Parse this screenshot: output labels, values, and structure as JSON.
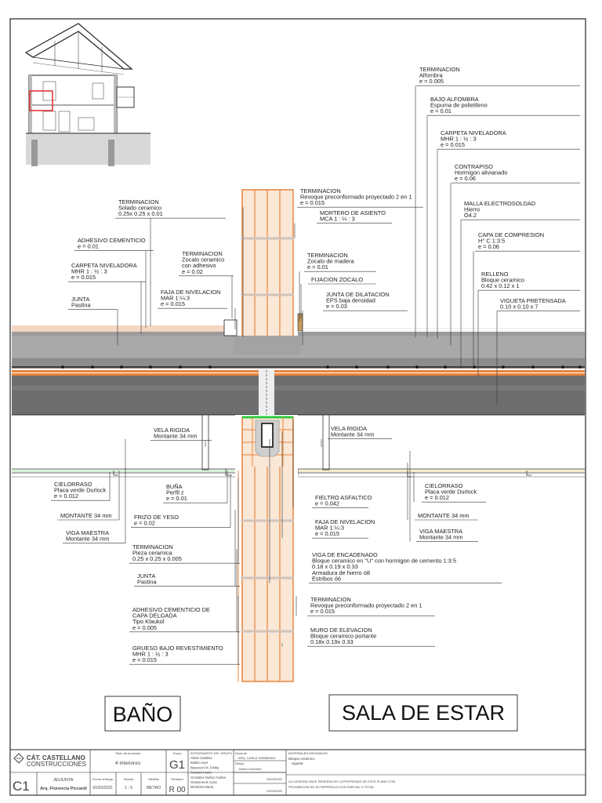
{
  "labels_right_upper": [
    {
      "lines": [
        "TERMINACION",
        "Alfombra",
        "e = 0.005"
      ]
    },
    {
      "lines": [
        "BAJO ALFOMBRA",
        "Espuma de polietileno",
        "e = 0.01"
      ]
    },
    {
      "lines": [
        "CARPETA NIVELADORA",
        "MHR 1 : ½ : 3",
        "e = 0.015"
      ]
    },
    {
      "lines": [
        "CONTRAPISO",
        "Hormigon alivianado",
        "e = 0.06"
      ]
    },
    {
      "lines": [
        "MALLA ELECTROSOLDAD",
        "Hierro",
        "Ó4.2"
      ]
    },
    {
      "lines": [
        "CAPA DE COMPRESION",
        "H° C 1:3:5",
        "e = 0.06"
      ]
    },
    {
      "lines": [
        "RELLENO",
        "Bloque ceramico",
        "0.42 x 0.12 x 1"
      ]
    },
    {
      "lines": [
        "VIGUETA PRETENSADA",
        "0.10 x 0.10 x 7"
      ]
    }
  ],
  "labels_center_upper": [
    {
      "lines": [
        "TERMINACION",
        "Revoque preconformado proyectado 2 en 1",
        "e = 0.015"
      ]
    },
    {
      "lines": [
        "MORTERO DE ASIENTO",
        "MCA 1 : ¼ : 3"
      ]
    },
    {
      "lines": [
        "TERMINACION",
        "Zocalo de madera",
        "e = 0.01"
      ]
    },
    {
      "lines": [
        "FIJACION ZOCALO"
      ]
    },
    {
      "lines": [
        "JUNTA DE DILATACION",
        "EPS baja densidad",
        "e = 0.03"
      ]
    }
  ],
  "labels_left_upper": [
    {
      "lines": [
        "TERMINACION",
        "Solado ceramico",
        "0.25x 0.25 x 0.01"
      ]
    },
    {
      "lines": [
        "ADHESIVO CEMENTICIO",
        "e = 0.01"
      ]
    },
    {
      "lines": [
        "CARPETA NIVELADORA",
        "MHR 1 : ½ : 3",
        "e = 0.015"
      ]
    },
    {
      "lines": [
        "JUNTA",
        "Pastina"
      ]
    },
    {
      "lines": [
        "TERMINACION",
        "Zocalo ceramico",
        "con adhesivo",
        "e = 0.02"
      ]
    },
    {
      "lines": [
        "FAJA DE NIVELACION",
        "MAR 1:¼:3",
        "e = 0.015"
      ]
    }
  ],
  "labels_left_lower": [
    {
      "lines": [
        "VELA RIGIDA",
        "Montante 34 mm"
      ]
    },
    {
      "lines": [
        "CIELORRASO",
        "Placa verde Durlock",
        "e = 0.012"
      ]
    },
    {
      "lines": [
        "BUÑA",
        "Perfil z",
        "e = 0.01"
      ]
    },
    {
      "lines": [
        "MONTANTE 34 mm"
      ]
    },
    {
      "lines": [
        "FRIZO DE YESO",
        "e = 0.02"
      ]
    },
    {
      "lines": [
        "VIGA MAESTRA",
        "Montante 34 mm"
      ]
    },
    {
      "lines": [
        "TERMINACION",
        "Pieza ceramica",
        "0.25 x 0.25 x 0.005"
      ]
    },
    {
      "lines": [
        "JUNTA",
        "Pastina"
      ]
    },
    {
      "lines": [
        "ADHESIVO CEMENTICIO DE",
        "CAPA DELGADA",
        "Tipo Klaukol",
        "e = 0.005"
      ]
    },
    {
      "lines": [
        "GRUESO BAJO REVESTIMIENTO",
        "MHR 1 : ½ : 3",
        "e = 0.015"
      ]
    }
  ],
  "labels_right_lower": [
    {
      "lines": [
        "VELA RIGIDA",
        "Montante 34 mm"
      ]
    },
    {
      "lines": [
        "CIELORRASO",
        "Placa verde Durlock",
        "e = 0.012"
      ]
    },
    {
      "lines": [
        "FIELTRO ASFALTICO",
        "e = 0.042"
      ]
    },
    {
      "lines": [
        "MONTANTE 34 mm"
      ]
    },
    {
      "lines": [
        "FAJA DE NIVELACION",
        "MAR 1:¼:3",
        "e = 0.015"
      ]
    },
    {
      "lines": [
        "VIGA MAESTRA",
        "Montante 34 mm"
      ]
    },
    {
      "lines": [
        "VIGA DE ENCADENADO",
        "Bloque ceramico en \"U\" con hormigon de cemento 1:3:5",
        "0.18 x 0.19 x 0.33",
        "Armadura de hierro  ó8",
        "Estribos ó6"
      ]
    },
    {
      "lines": [
        "TERMINACION",
        "Revoque preconformado proyectado 2 en 1",
        "e = 0.015"
      ]
    },
    {
      "lines": [
        "MURO DE ELEVACION",
        "Bloque ceramico portante",
        "0.18x 0.19x 0.33"
      ]
    }
  ],
  "rooms": {
    "left": "BAÑO",
    "right": "SALA DE ESTAR"
  },
  "title_block": {
    "logo_line1": "CÁT. CASTELLANO",
    "logo_line2": "CONSTRUCCIONES",
    "sheet_code": "C1",
    "role": "ADJUNTA",
    "author": "Arq. Florencia Piccardi",
    "title_caption": "Titulo de la lamina",
    "title_value": "4 interiores",
    "group_caption": "Grupo",
    "group_value": "G1",
    "date_caption": "Fecha entrega",
    "date_value": "01/03/2022",
    "scale_caption": "Escala",
    "scale_value": "1 : 5",
    "unit_caption": "Medida",
    "unit_value": "METRO",
    "rev_caption": "Revisión",
    "rev_value": "R 00",
    "members_caption": "INTEGRANTES DEL GRUPO",
    "members": [
      "Abate Catalina",
      "Baldini Ayar",
      "Betancurt M. Emilia",
      "Ceaurro Ivana",
      "Gonzalez Nuñez Azahar",
      "Grauseneck Lucia",
      "Mendoza María"
    ],
    "docente_caption": "Docente",
    "docente_value": "ARQ. CARLA GARBEANO",
    "dibujo_caption": "Dibujo",
    "dibujo_value": "Julieta Gonzalez",
    "materials_caption": "MATERIALES ASIGNADOS",
    "materials": [
      "Bloque ceramico",
      "vigueta"
    ],
    "date_fields": [
      "15/03/2022",
      "22/03/2022"
    ],
    "legal_lines": [
      "LA CATEDRA HACE RESERVA DE LA PROPIEDAD DE ESTE PLANO CON",
      "PROHIBICION DE SU REPRODUCCION PARCIAL O TOTAL."
    ]
  },
  "colors": {
    "brick": "#e8843a",
    "wall_fill": "#fbe7d6",
    "slab": "#a9a9a9",
    "slab_dark": "#6e6e6e",
    "concrete": "#8d8d8d",
    "highlight_green": "#2ecc40",
    "inset_red": "#e21c1c"
  }
}
